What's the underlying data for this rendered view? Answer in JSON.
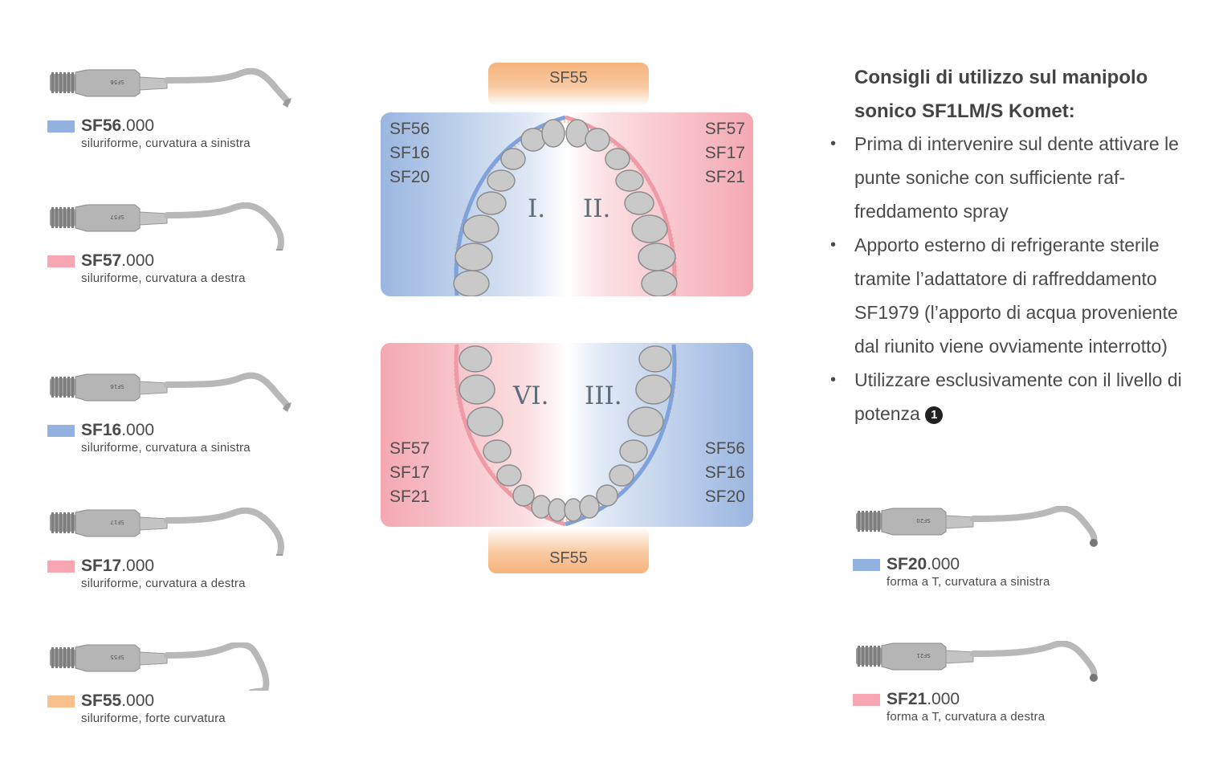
{
  "colors": {
    "blue": "#93b2df",
    "pink": "#f6a7b1",
    "orange": "#f8c08f"
  },
  "tips": [
    {
      "id": "sf56",
      "code_bold": "SF56",
      "code_rest": ".000",
      "desc": "siluriforme, curvatura a sinistra",
      "shank_label": "SF56",
      "color": "blue",
      "icon": "sonic-tip-left-icon"
    },
    {
      "id": "sf57",
      "code_bold": "SF57",
      "code_rest": ".000",
      "desc": "siluriforme, curvatura a destra",
      "shank_label": "SF57",
      "color": "pink",
      "icon": "sonic-tip-right-icon"
    },
    {
      "id": "sf16",
      "code_bold": "SF16",
      "code_rest": ".000",
      "desc": "siluriforme, curvatura a sinistra",
      "shank_label": "SF16",
      "color": "blue",
      "icon": "sonic-tip-left-icon"
    },
    {
      "id": "sf17",
      "code_bold": "SF17",
      "code_rest": ".000",
      "desc": "siluriforme, curvatura a destra",
      "shank_label": "SF17",
      "color": "pink",
      "icon": "sonic-tip-right-icon"
    },
    {
      "id": "sf55",
      "code_bold": "SF55",
      "code_rest": ".000",
      "desc": "siluriforme, forte curvatura",
      "shank_label": "SF55",
      "color": "orange",
      "icon": "sonic-tip-strong-curve-icon"
    },
    {
      "id": "sf20",
      "code_bold": "SF20",
      "code_rest": ".000",
      "desc": "forma a T, curvatura a sinistra",
      "shank_label": "SF20",
      "color": "blue",
      "icon": "sonic-tip-t-shape-icon"
    },
    {
      "id": "sf21",
      "code_bold": "SF21",
      "code_rest": ".000",
      "desc": "forma a T, curvatura a destra",
      "shank_label": "SF21",
      "color": "pink",
      "icon": "sonic-tip-t-shape-icon"
    }
  ],
  "diagram": {
    "upper": {
      "tab": "SF55",
      "left_labels": [
        "SF56",
        "SF16",
        "SF20"
      ],
      "right_labels": [
        "SF57",
        "SF17",
        "SF21"
      ],
      "quadrant_left": "I.",
      "quadrant_right": "II."
    },
    "lower": {
      "tab": "SF55",
      "left_labels": [
        "SF57",
        "SF17",
        "SF21"
      ],
      "right_labels": [
        "SF56",
        "SF16",
        "SF20"
      ],
      "quadrant_left": "VI.",
      "quadrant_right": "III."
    }
  },
  "instructions": {
    "heading_line1": "Consigli di utilizzo sul manipolo",
    "heading_line2": "sonico SF1LM/S Komet:",
    "bullets": [
      "Prima di intervenire sul dente attivare le punte soniche con sufficiente raf-freddamento spray",
      "Apporto esterno di refrigerante sterile tramite l’adattatore di raffreddamento SF1979 (l’apporto di acqua proveniente dal riunito viene ovviamente interrotto)",
      "Utilizzare esclusivamente con il livello di potenza"
    ],
    "power_level": "1"
  }
}
